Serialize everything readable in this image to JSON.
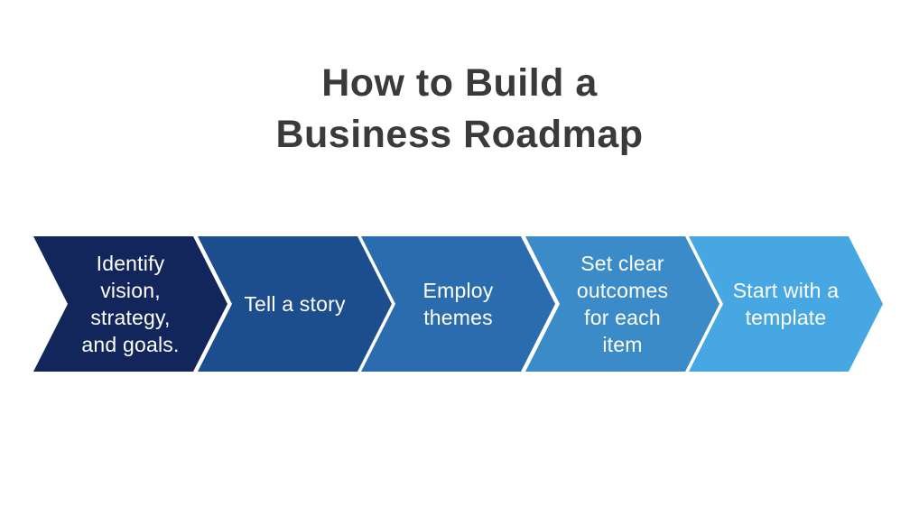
{
  "page": {
    "background_color": "#ffffff"
  },
  "title": {
    "text": "How to Build a\nBusiness Roadmap",
    "color": "#3a3a3a"
  },
  "roadmap": {
    "type": "chevron-process-flow",
    "direction": "left-to-right",
    "steps": [
      {
        "index": 1,
        "label": "Identify\nvision,\nstrategy,\nand goals.",
        "color": "#13265c",
        "text_color": "#ffffff"
      },
      {
        "index": 2,
        "label": "Tell a story",
        "color": "#1c4d8c",
        "text_color": "#ffffff"
      },
      {
        "index": 3,
        "label": "Employ\nthemes",
        "color": "#2b6cae",
        "text_color": "#ffffff"
      },
      {
        "index": 4,
        "label": "Set clear\noutcomes\nfor each\nitem",
        "color": "#3a8bc7",
        "text_color": "#ffffff"
      },
      {
        "index": 5,
        "label": "Start with a\ntemplate",
        "color": "#47a7e3",
        "text_color": "#ffffff"
      }
    ]
  }
}
